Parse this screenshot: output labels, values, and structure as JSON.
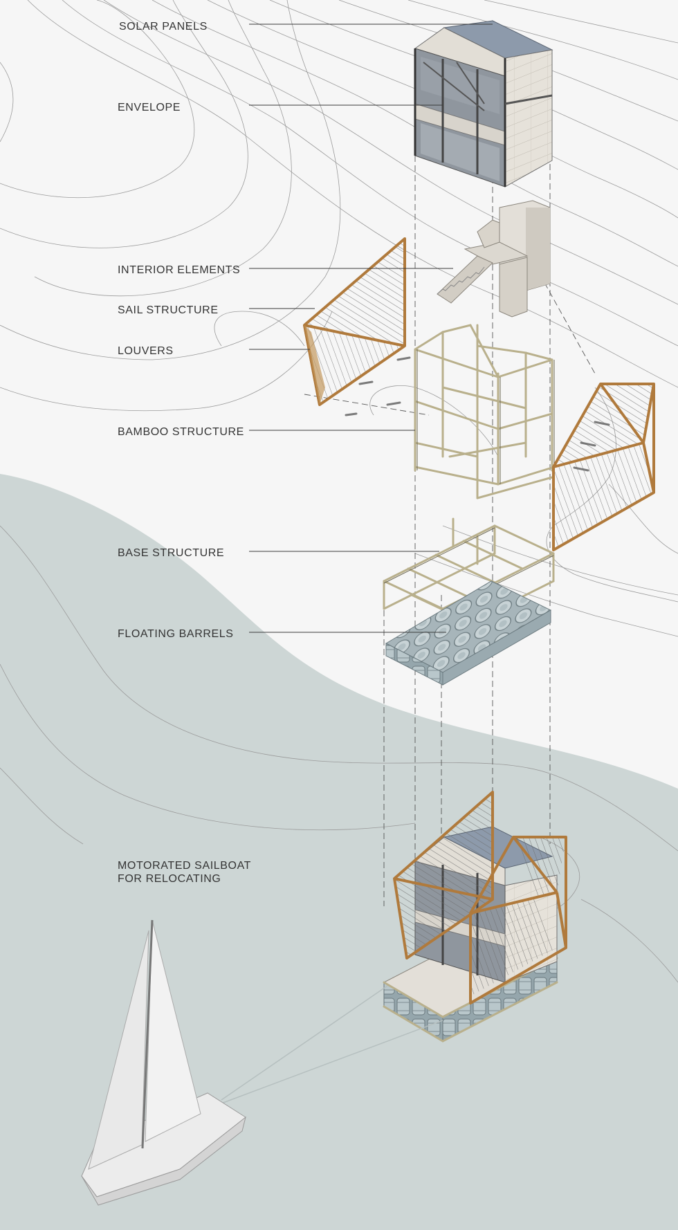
{
  "labels": {
    "solar_panels": "SOLAR PANELS",
    "envelope": "ENVELOPE",
    "interior_elements": "INTERIOR ELEMENTS",
    "sail_structure": "SAIL STRUCTURE",
    "louvers": "LOUVERS",
    "bamboo_structure": "BAMBOO STRUCTURE",
    "base_structure": "BASE STRUCTURE",
    "floating_barrels": "FLOATING BARRELS",
    "sailboat_line1": "MOTORATED SAILBOAT",
    "sailboat_line2": "FOR RELOCATING"
  },
  "colors": {
    "land": "#f6f6f6",
    "water": "#cdd6d5",
    "timber": "#b07a3c",
    "bamboo": "#b9b08c",
    "glass": "#8d96a1",
    "panel": "#e4e0d8",
    "barrel": "#a9bac0",
    "text": "#333333"
  }
}
